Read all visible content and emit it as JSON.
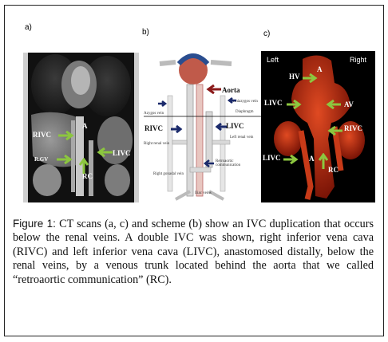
{
  "panels": {
    "a": {
      "label": "a)",
      "annotations": {
        "a": "A",
        "rivc": "RIVC",
        "rgv": "R.GV",
        "livc": "LIVC",
        "rc": "RC"
      }
    },
    "b": {
      "label": "b)",
      "annotations": {
        "aorta": "Aorta",
        "rivc": "RIVC",
        "livc": "LIVC",
        "azygos": "Azygos vein",
        "hemiazygos": "Hemiazygos vein",
        "diaphragm": "Diaphragm",
        "left_renal": "Left renal vein",
        "right_renal": "Right renal vein",
        "right_gonadal": "Right gonadal vein",
        "retro": "Retroaortic communication",
        "iliac": "Iliac veins"
      }
    },
    "c": {
      "label": "c)",
      "annotations": {
        "left": "Left",
        "right": "Right",
        "hv": "HV",
        "a_top": "A",
        "av": "AV",
        "livc_top": "LIVC",
        "rivc": "RIVC",
        "livc_bottom": "LIVC",
        "a_bottom": "A",
        "rc": "RC"
      }
    }
  },
  "caption": {
    "prefix": "Figure 1:",
    "text": " CT scans (a, c) and scheme (b) show an IVC duplication that occurs below the renal veins. A double IVC was shown, right inferior vena cava (RIVC) and left inferior vena cava (LIVC), anastomosed distally, below the renal veins, by a venous trunk located behind the aorta that we called “retroaortic communication” (RC)."
  },
  "colors": {
    "arrow_green": "#8cc63f",
    "arrow_navy": "#1b2a6b",
    "aorta_brown": "#8b1a1a",
    "render_red": "#b3260f"
  }
}
